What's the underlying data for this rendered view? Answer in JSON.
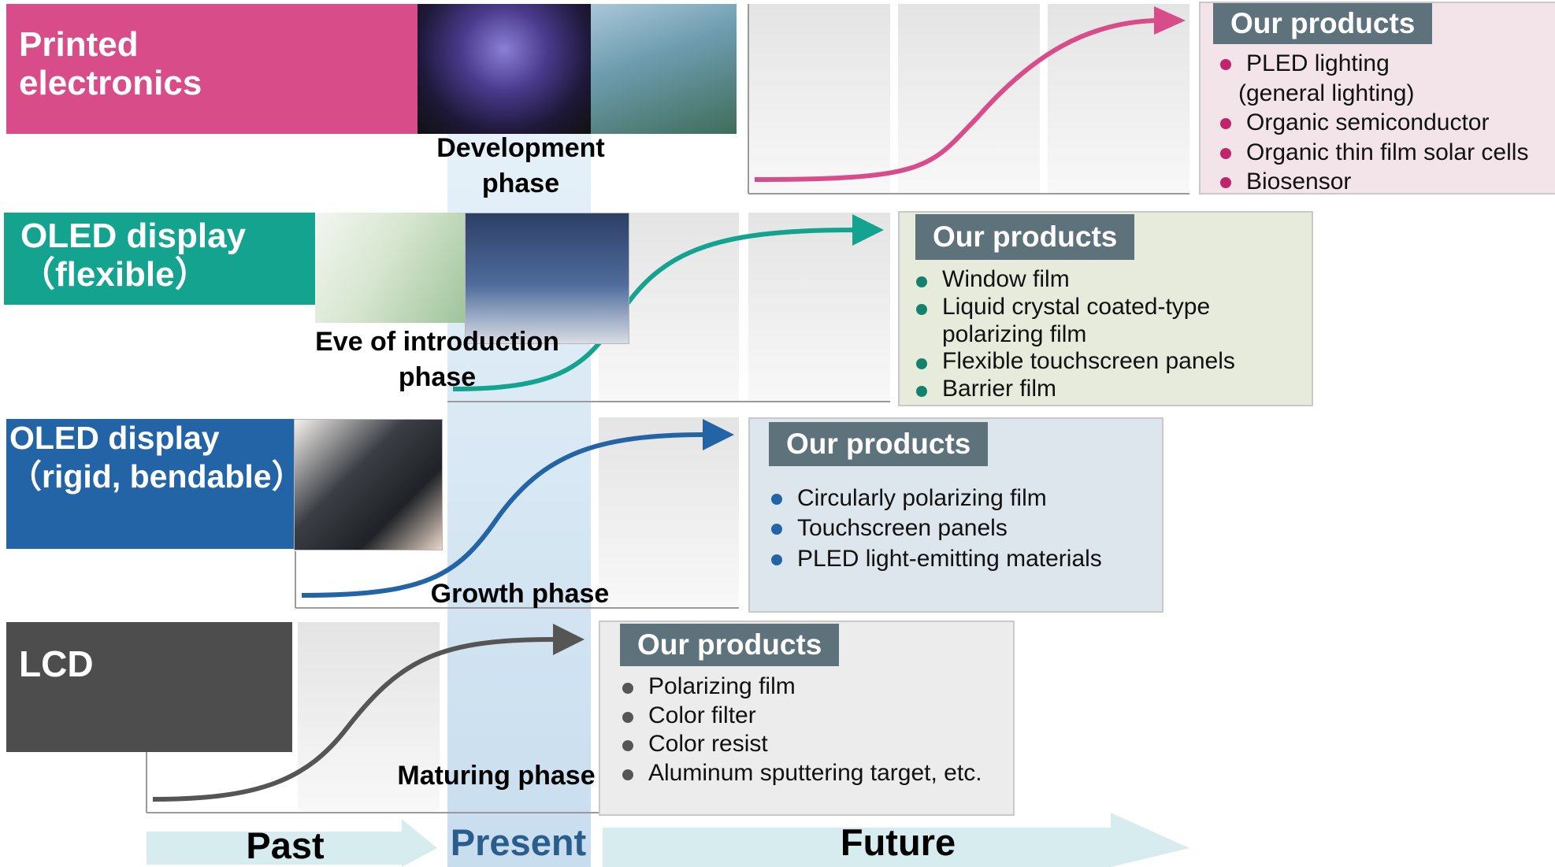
{
  "categories": [
    {
      "id": "printed",
      "lines": [
        "Printed",
        "electronics"
      ],
      "color": "#d94c8a"
    },
    {
      "id": "oled_flexible",
      "lines": [
        "OLED display",
        "（flexible）"
      ],
      "color": "#14a38f"
    },
    {
      "id": "oled_rigid",
      "lines": [
        "OLED display",
        "（rigid, bendable）"
      ],
      "color": "#2364a7"
    },
    {
      "id": "lcd",
      "lines": [
        "LCD"
      ],
      "color": "#4d4d4d"
    }
  ],
  "phases": {
    "development": [
      "Development",
      "phase"
    ],
    "eve": [
      "Eve of introduction",
      "phase"
    ],
    "growth": [
      "Growth phase"
    ],
    "maturing": [
      "Maturing phase"
    ]
  },
  "products": {
    "printed": {
      "header": "Our products",
      "items": [
        "PLED lighting",
        "(general lighting)",
        "Organic semiconductor",
        "Organic thin film solar cells",
        "Biosensor"
      ],
      "dot_color": "#c0246a"
    },
    "oled_flexible": {
      "header": "Our products",
      "items": [
        "Window film",
        "Liquid crystal coated-type polarizing film",
        "Flexible touchscreen panels",
        "Barrier film"
      ],
      "dot_color": "#14806e"
    },
    "oled_rigid": {
      "header": "Our products",
      "items": [
        "Circularly polarizing film",
        "Touchscreen panels",
        "PLED light-emitting materials"
      ],
      "dot_color": "#2364a7"
    },
    "lcd": {
      "header": "Our products",
      "items": [
        "Polarizing film",
        "Color filter",
        "Color resist",
        "Aluminum sputtering target, etc."
      ],
      "dot_color": "#555555"
    }
  },
  "timeline": {
    "past": "Past",
    "present": "Present",
    "future": "Future"
  },
  "colors": {
    "present_band": "#cfe3f2",
    "timeline_arrow": "#d6ecef",
    "present_text": "#2a5c8c"
  }
}
